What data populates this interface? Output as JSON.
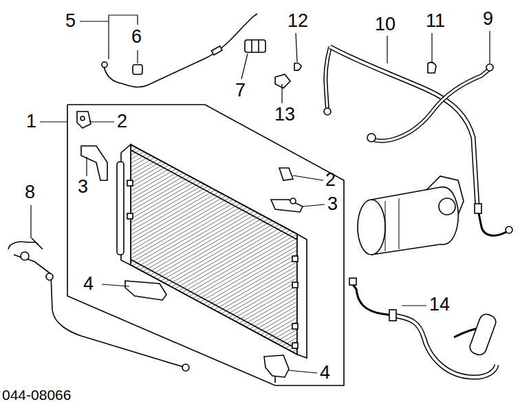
{
  "diagram": {
    "labels": [
      "5",
      "6",
      "12",
      "10",
      "11",
      "9",
      "7",
      "13",
      "1",
      "2",
      "2",
      "3",
      "3",
      "8",
      "4",
      "14",
      "4",
      "044-08066"
    ]
  }
}
